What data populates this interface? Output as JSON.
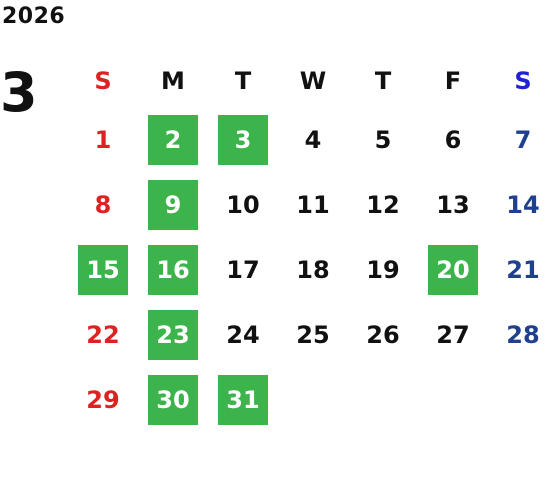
{
  "calendar": {
    "year": "2026",
    "month": "3",
    "weekdays": [
      "S",
      "M",
      "T",
      "W",
      "T",
      "F",
      "S"
    ],
    "first_weekday_index": 0,
    "days": [
      {
        "label": "1",
        "marked": false
      },
      {
        "label": "2",
        "marked": true
      },
      {
        "label": "3",
        "marked": true
      },
      {
        "label": "4",
        "marked": false
      },
      {
        "label": "5",
        "marked": false
      },
      {
        "label": "6",
        "marked": false
      },
      {
        "label": "7",
        "marked": false
      },
      {
        "label": "8",
        "marked": false
      },
      {
        "label": "9",
        "marked": true
      },
      {
        "label": "10",
        "marked": false
      },
      {
        "label": "11",
        "marked": false
      },
      {
        "label": "12",
        "marked": false
      },
      {
        "label": "13",
        "marked": false
      },
      {
        "label": "14",
        "marked": false
      },
      {
        "label": "15",
        "marked": true
      },
      {
        "label": "16",
        "marked": true
      },
      {
        "label": "17",
        "marked": false
      },
      {
        "label": "18",
        "marked": false
      },
      {
        "label": "19",
        "marked": false
      },
      {
        "label": "20",
        "marked": true
      },
      {
        "label": "21",
        "marked": false
      },
      {
        "label": "22",
        "marked": false
      },
      {
        "label": "23",
        "marked": true
      },
      {
        "label": "24",
        "marked": false
      },
      {
        "label": "25",
        "marked": false
      },
      {
        "label": "26",
        "marked": false
      },
      {
        "label": "27",
        "marked": false
      },
      {
        "label": "28",
        "marked": false
      },
      {
        "label": "29",
        "marked": false
      },
      {
        "label": "30",
        "marked": true
      },
      {
        "label": "31",
        "marked": true
      }
    ]
  },
  "colors": {
    "marked_background": "#3cb44b",
    "sunday": "#dd2222",
    "saturday": "#1f3f8f",
    "saturday_header": "#1f22d0",
    "text": "#111111"
  }
}
